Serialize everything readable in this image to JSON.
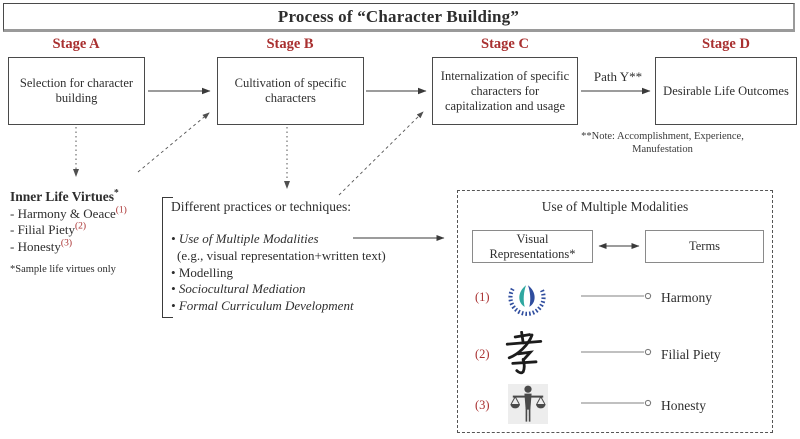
{
  "title": "Process of “Character Building”",
  "colors": {
    "accent_red": "#a93030",
    "text": "#2e2e2e",
    "wreath_blue": "#2f4d9e",
    "wreath_teal": "#2fa7a0"
  },
  "stages": [
    {
      "label": "Stage A",
      "box_text": "Selection for character building"
    },
    {
      "label": "Stage B",
      "box_text": "Cultivation of specific characters"
    },
    {
      "label": "Stage C",
      "box_text": "Internalization of specific characters for capitalization and usage"
    },
    {
      "label": "Stage D",
      "box_text": "Desirable Life Outcomes"
    }
  ],
  "path_label": "Path Y**",
  "note": {
    "line1": "**Note: Accomplishment, Experience,",
    "line2": "Manufestation"
  },
  "virtues": {
    "heading": "Inner Life Virtues",
    "heading_sup": "*",
    "items": [
      {
        "text": "- Harmony & Oeace",
        "sup": "(1)"
      },
      {
        "text": "- Filial Piety",
        "sup": "(2)"
      },
      {
        "text": "- Honesty",
        "sup": "(3)"
      }
    ],
    "footnote": "*Sample life virtues only"
  },
  "practices": {
    "heading": "Different practices or techniques:",
    "bullet_char": "•",
    "items": [
      {
        "label": "Use of Multiple Modalities",
        "subtext": "(e.g., visual representation+written text)"
      },
      {
        "label": "Modelling"
      },
      {
        "label": "Sociocultural Mediation"
      },
      {
        "label": "Formal Curriculum Development"
      }
    ]
  },
  "inset": {
    "title": "Use of Multiple Modalities",
    "visual_box": "Visual Representations*",
    "terms_box": "Terms",
    "rows": [
      {
        "num": "(1)",
        "term": "Harmony",
        "icon": "harmony-wreath-logo"
      },
      {
        "num": "(2)",
        "term": "Filial Piety",
        "icon": "filial-piety-chinese-character",
        "glyph": "孝"
      },
      {
        "num": "(3)",
        "term": "Honesty",
        "icon": "scales-of-justice-pictogram"
      }
    ]
  }
}
